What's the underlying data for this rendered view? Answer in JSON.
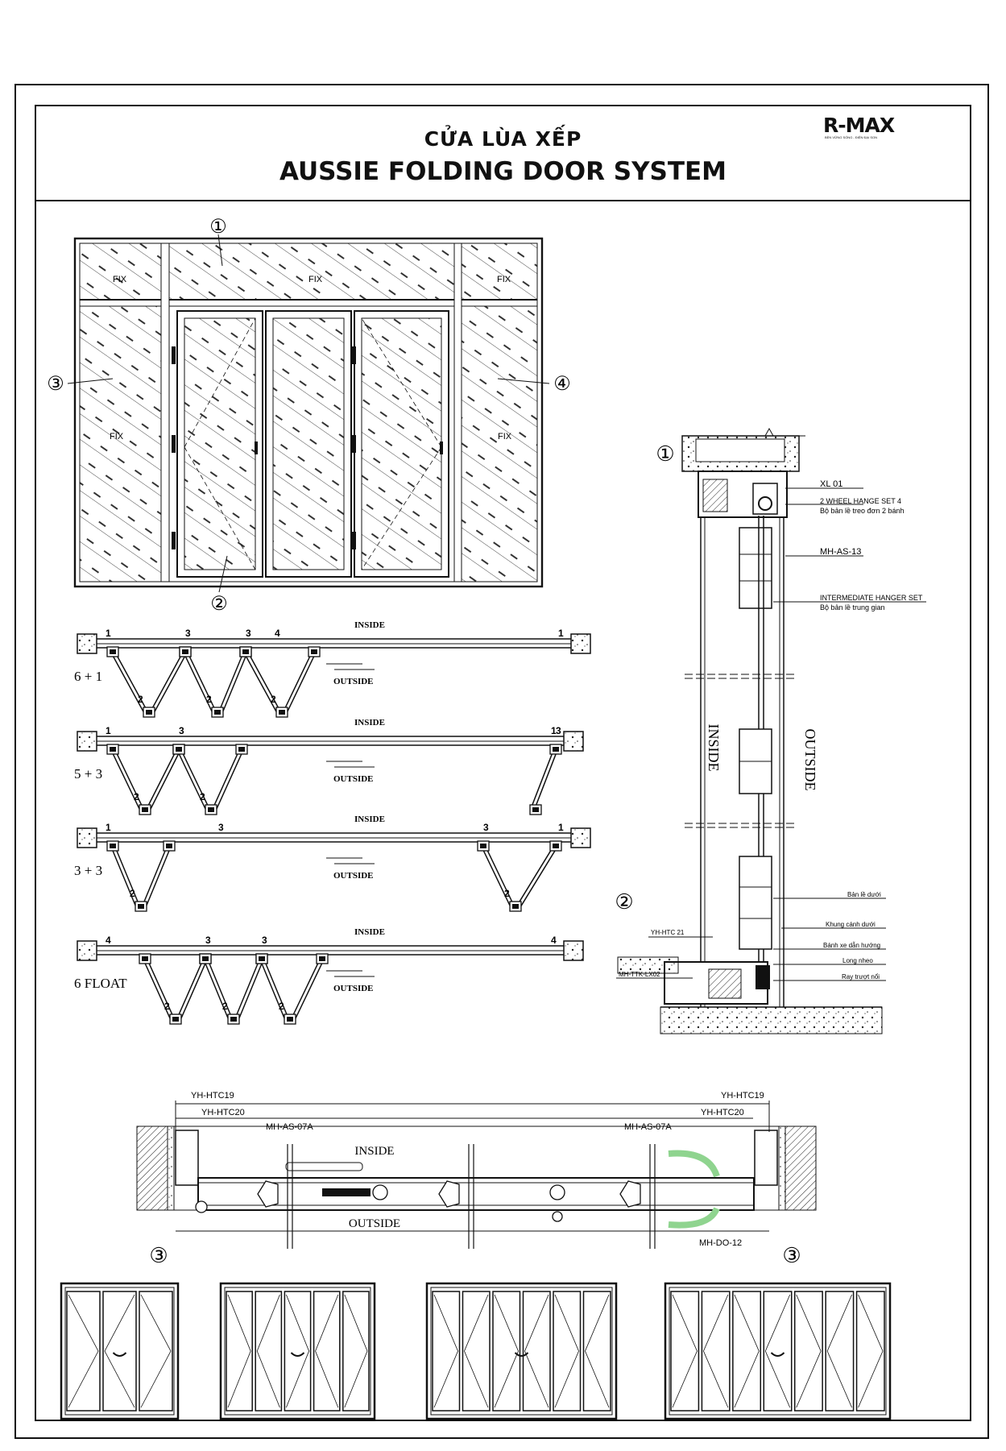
{
  "header": {
    "title_vi": "CỬA LÙA XẾP",
    "title_en": "AUSSIE FOLDING DOOR SYSTEM",
    "logo": "R-MAX",
    "logo_tagline": "BỀN VỮNG SỐNG - ĐIỆN ĐẠI SON"
  },
  "elevation": {
    "callouts": [
      "①",
      "②",
      "③",
      "④"
    ],
    "fix_label": "FIX"
  },
  "folding_configs": [
    {
      "label": "6 + 1",
      "inside": "INSIDE",
      "outside": "OUTSIDE",
      "nums": [
        "1",
        "3",
        "3",
        "4",
        "1",
        "2",
        "2",
        "2"
      ]
    },
    {
      "label": "5 + 3",
      "inside": "INSIDE",
      "outside": "OUTSIDE",
      "nums": [
        "1",
        "3",
        "3",
        "1",
        "2",
        "2"
      ]
    },
    {
      "label": "3 + 3",
      "inside": "INSIDE",
      "outside": "OUTSIDE",
      "nums": [
        "1",
        "3",
        "3",
        "1",
        "2",
        "2"
      ]
    },
    {
      "label": "6 FLOAT",
      "inside": "INSIDE",
      "outside": "OUTSIDE",
      "nums": [
        "4",
        "3",
        "3",
        "4",
        "2",
        "2",
        "2"
      ]
    }
  ],
  "section": {
    "callout_top": "①",
    "callout_bottom": "②",
    "inside": "INSIDE",
    "outside": "OUTSIDE",
    "labels_top": [
      "XL 01",
      "2 WHEEL HANGE SET 4",
      "Bộ bản lề treo đơn 2 bánh",
      "MH-AS-13",
      "INTERMEDIATE HANGER SET",
      "Bộ bản lề trung gian"
    ],
    "labels_bottom": [
      "Bản lề dưới",
      "Khung cánh dưới",
      "Bánh xe dẫn hướng",
      "Long nheo",
      "Ray trượt nổi"
    ],
    "labels_left": [
      "YH-HTC 21",
      "MH-TTK-LX02"
    ]
  },
  "plan": {
    "inside": "INSIDE",
    "outside": "OUTSIDE",
    "labels": [
      "YH-HTC19",
      "YH-HTC20",
      "MH-AS-07A",
      "MH-AS-07A",
      "YH-HTC20",
      "YH-HTC19",
      "MH-DO-12"
    ],
    "callout": "③"
  }
}
